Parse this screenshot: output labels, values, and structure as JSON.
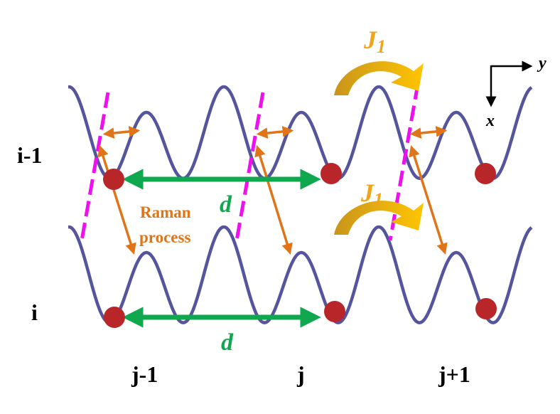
{
  "labels": {
    "row_top": "i-1",
    "row_bottom": "i",
    "col_left": "j-1",
    "col_mid": "j",
    "col_right": "j+1",
    "hop_top": "J",
    "hop_top_sub": "1",
    "hop_bottom": "J",
    "hop_bottom_sub": "1",
    "dist_top": "d",
    "dist_bottom": "d",
    "raman_line1": "Raman",
    "raman_line2": "process",
    "axis_y": "y",
    "axis_x": "x"
  },
  "colors": {
    "potential": "#55559e",
    "atom": "#b8262a",
    "distance_arrow": "#0fa84e",
    "raman_arrow": "#e07418",
    "raman_text": "#e07418",
    "dashed_line": "#ee10ee",
    "hopping": "#d4a00c",
    "hopping_text": "#f2a418",
    "distance_text": "#0fa84e",
    "text": "#000000"
  }
}
